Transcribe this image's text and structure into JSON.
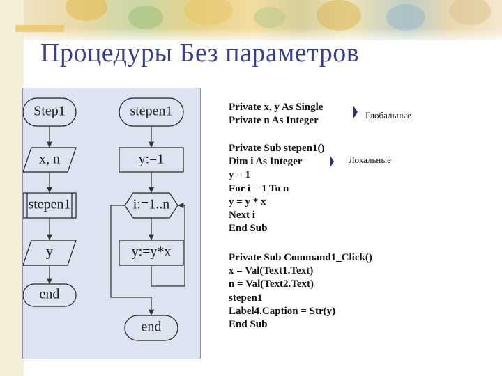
{
  "title": "Процедуры Без параметров",
  "flowchart_left": [
    "Step1",
    "x, n",
    "stepen1",
    "y",
    "end"
  ],
  "flowchart_right": [
    "stepen1",
    "y:=1",
    "i:=1..n",
    "y:=y*x",
    "end"
  ],
  "code_global": [
    "Private x, y As Single",
    "Private n As Integer"
  ],
  "code_local": [
    "Private Sub stepen1()",
    "Dim i As Integer",
    "y = 1",
    "For i = 1 To n",
    "y = y * x",
    "Next i",
    "End Sub"
  ],
  "code_click": [
    "Private Sub Command1_Click()",
    "x = Val(Text1.Text)",
    "n = Val(Text2.Text)",
    "stepen1",
    "Label4.Caption = Str(y)",
    "End Sub"
  ],
  "annotations": {
    "global": "Глобальные",
    "local": "Локальные"
  }
}
